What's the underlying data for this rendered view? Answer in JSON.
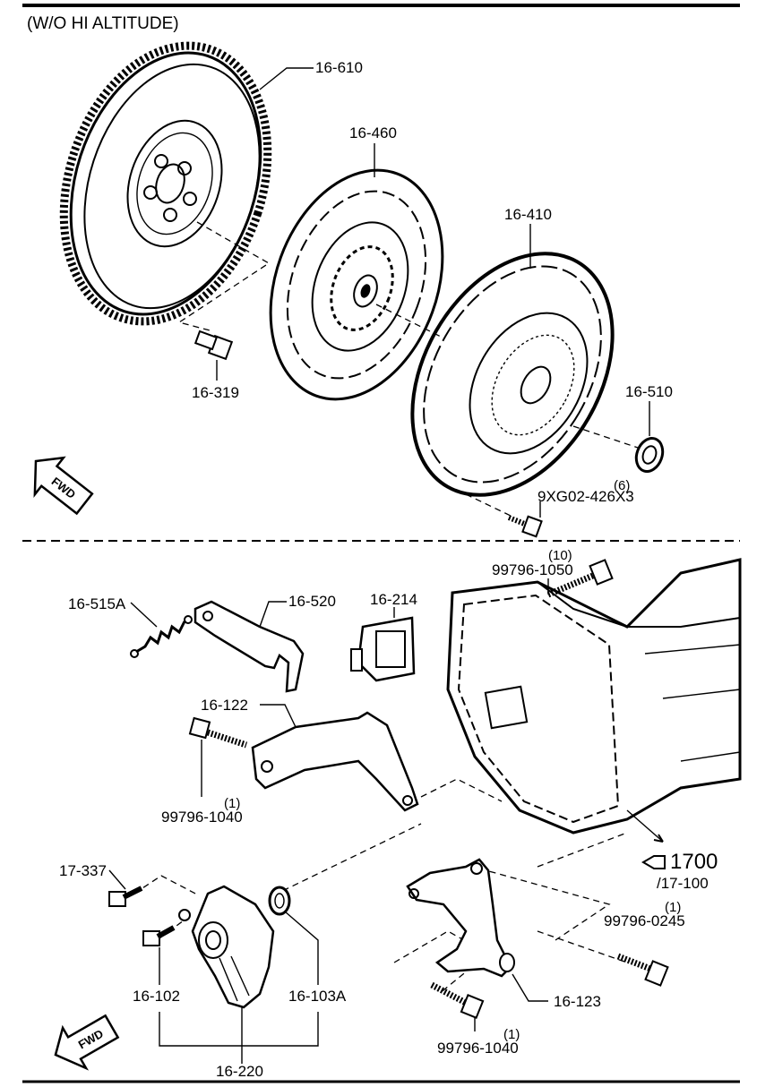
{
  "header": {
    "note": "(W/O HI ALTITUDE)"
  },
  "parts": {
    "flywheel": "16-610",
    "clutch_disc": "16-460",
    "pressure_plate": "16-410",
    "release_bearing": "16-510",
    "pilot_bolt": "16-319",
    "pressure_bolt": "9XG02-426X3",
    "pressure_bolt_qty": "(6)",
    "transmission_bolt": "99796-1050",
    "transmission_bolt_qty": "(10)",
    "spring": "16-515A",
    "release_fork": "16-520",
    "boot": "16-214",
    "bracket": "16-122",
    "bracket_bolt": "99796-1040",
    "bracket_bolt_qty": "(1)",
    "bleeder": "17-337",
    "bolt_102": "16-102",
    "oring": "16-103A",
    "slave_cylinder": "16-220",
    "transmission_ref": "1700",
    "transmission_ref_sub": "/17-100",
    "bolt_0245": "99796-0245",
    "bolt_0245_qty": "(1)",
    "bracket_123": "16-123",
    "bolt_lower": "99796-1040",
    "bolt_lower_qty": "(1)"
  },
  "fwd": {
    "top": "FWD",
    "bottom": "FWD"
  }
}
